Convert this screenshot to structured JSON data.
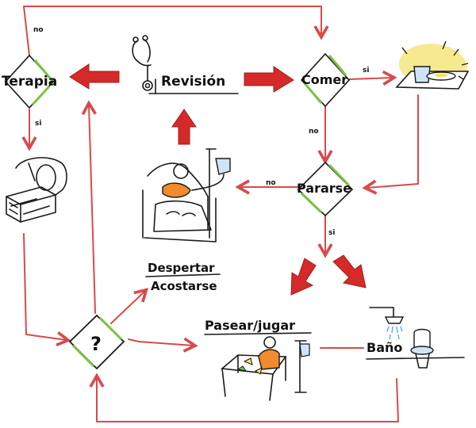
{
  "nodes": {
    "terapia": "Terapia",
    "revision": "Revisión",
    "comer": "Comer",
    "pararse": "Pararse",
    "despertar": "Despertar",
    "acostarse": "Acostarse",
    "decision": "?",
    "pasear": "Pasear/jugar",
    "bano": "Baño"
  },
  "edge_labels": {
    "terapia_no": "no",
    "terapia_si": "si",
    "comer_si": "si",
    "comer_no": "no",
    "pararse_no": "no",
    "pararse_si": "si"
  },
  "icons": [
    "stethoscope-icon",
    "mri-scanner-icon",
    "food-tray-icon",
    "hospital-bed-icon",
    "play-table-icon",
    "shower-toilet-icon"
  ],
  "colors": {
    "arrow": "#d84a4a",
    "arrow_fill": "#d42a2a",
    "diamond_accent": "#7cc242",
    "person_accent": "#f28a2e",
    "tray_glow": "#f2e36a"
  }
}
